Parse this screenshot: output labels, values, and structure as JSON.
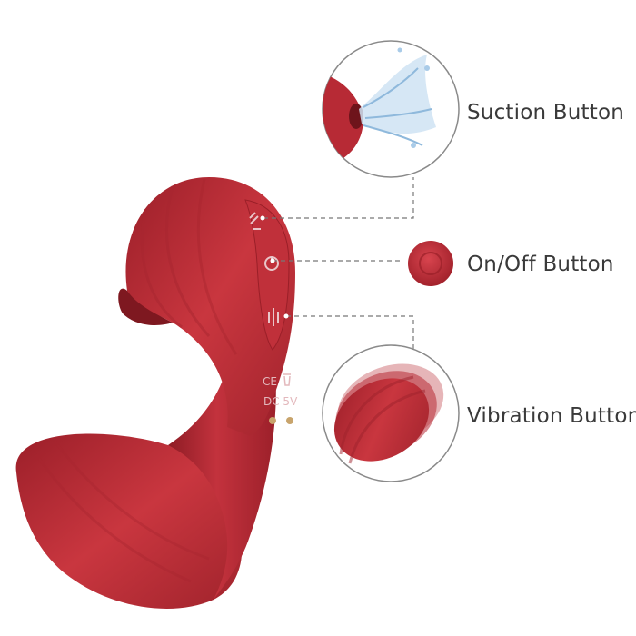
{
  "callouts": {
    "suction": {
      "label": "Suction Button"
    },
    "onoff": {
      "label": "On/Off Button"
    },
    "vibration": {
      "label": "Vibration Button"
    }
  },
  "device": {
    "markings": {
      "ce": "CE",
      "dc": "DC 5V"
    }
  },
  "colors": {
    "body": "#b72a35",
    "body_dark": "#8e1c25",
    "body_light": "#d04550",
    "water": "#b9d6ee",
    "lines": "#777777"
  }
}
